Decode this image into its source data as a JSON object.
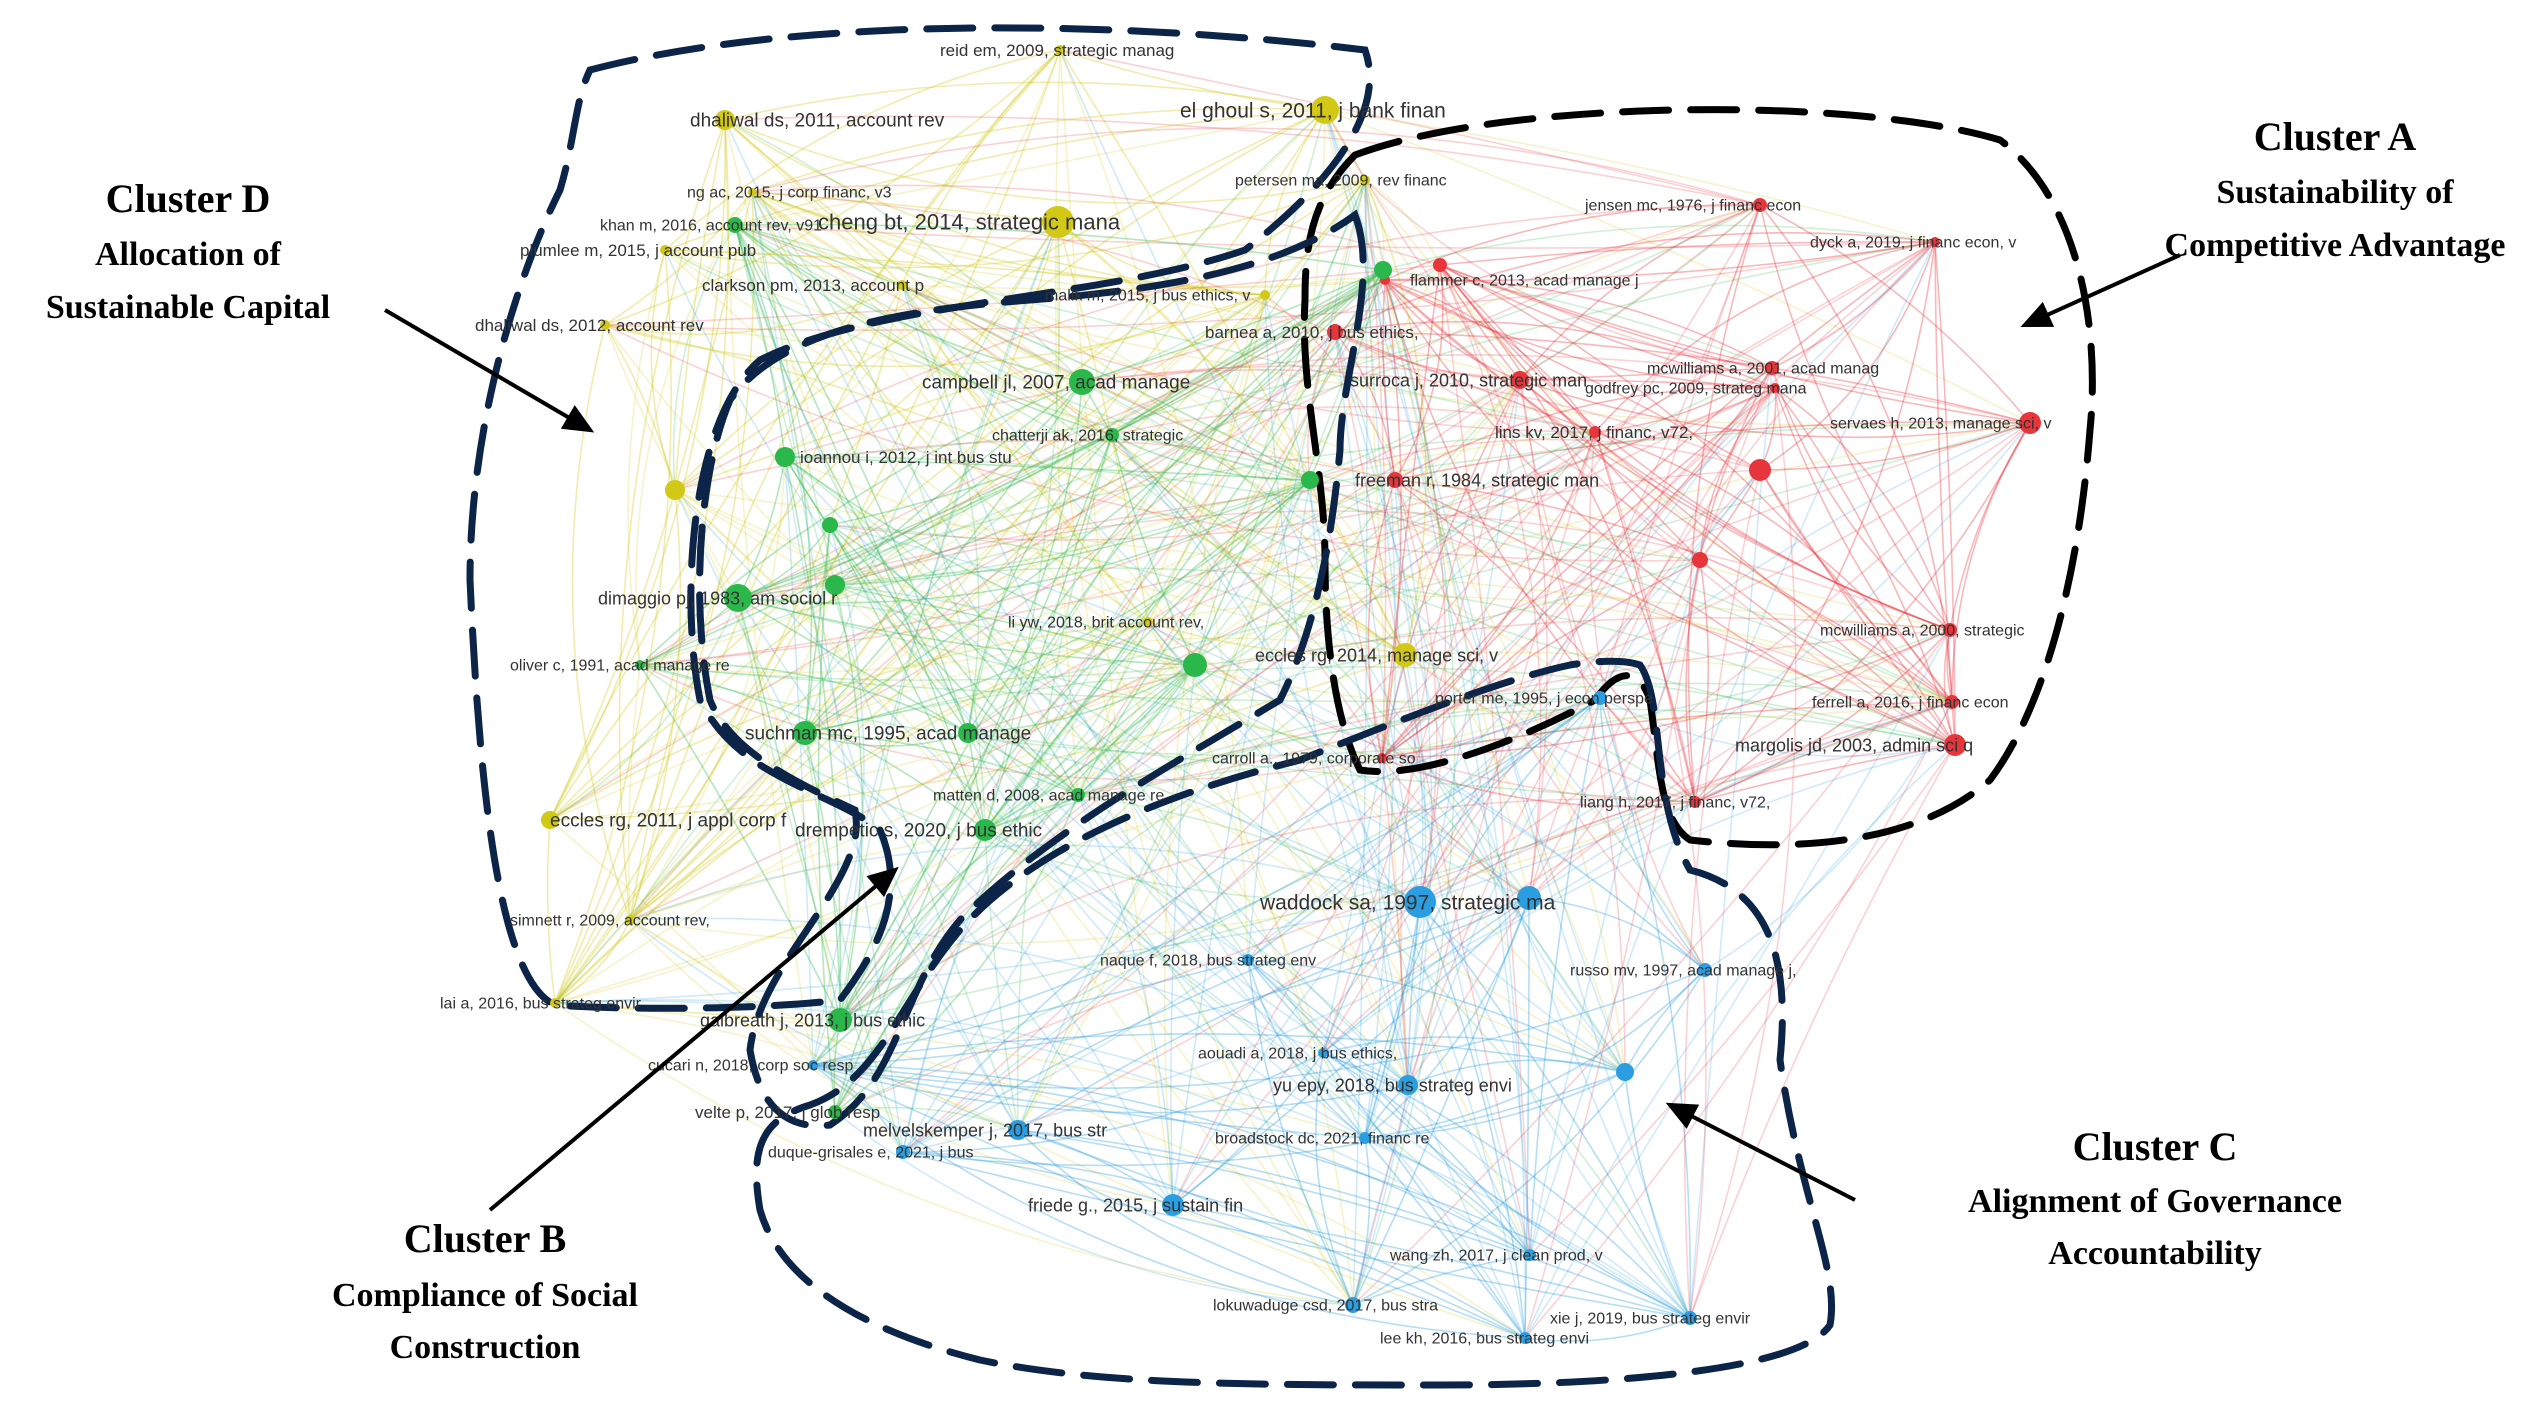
{
  "colors": {
    "cluster_a": "#e8343b",
    "cluster_b": "#2bb84a",
    "cluster_c": "#2a9ee0",
    "cluster_d": "#d2c816",
    "boundary": "#0c2447",
    "annotation": "#000000"
  },
  "nodes": [
    {
      "label": "reid em, 2009, strategic manag",
      "cluster": "d"
    },
    {
      "label": "dhaliwal ds, 2011, account rev",
      "cluster": "d"
    },
    {
      "label": "el ghoul s, 2011, j bank finan",
      "cluster": "d"
    },
    {
      "label": "ng ac, 2015, j corp financ, v3",
      "cluster": "d"
    },
    {
      "label": "khan m, 2016, account rev, v91",
      "cluster": "b"
    },
    {
      "label": "plumlee m, 2015, j account pub",
      "cluster": "d"
    },
    {
      "label": "cheng bt, 2014, strategic mana",
      "cluster": "d"
    },
    {
      "label": "petersen ma, 2009, rev financ",
      "cluster": "d"
    },
    {
      "label": "clarkson pm, 2013, account p",
      "cluster": "d"
    },
    {
      "label": "malik m, 2015, j bus ethics, v",
      "cluster": "d"
    },
    {
      "label": "dhaliwal ds, 2012, account rev",
      "cluster": "d"
    },
    {
      "label": "flammer c, 2013, acad manage j",
      "cluster": "a"
    },
    {
      "label": "barnea a, 2010, j bus ethics,",
      "cluster": "a"
    },
    {
      "label": "jensen mc, 1976, j financ econ",
      "cluster": "a"
    },
    {
      "label": "dyck a, 2019, j financ econ, v",
      "cluster": "a"
    },
    {
      "label": "mcwilliams a, 2001, acad manag",
      "cluster": "a"
    },
    {
      "label": "godfrey pc, 2009, strateg mana",
      "cluster": "a"
    },
    {
      "label": "servaes h, 2013, manage sci, v",
      "cluster": "a"
    },
    {
      "label": "surroca j, 2010, strategic man",
      "cluster": "a"
    },
    {
      "label": "lins kv, 2017, j financ, v72,",
      "cluster": "a"
    },
    {
      "label": "campbell jl, 2007, acad manage",
      "cluster": "b"
    },
    {
      "label": "chatterji ak, 2016, strategic",
      "cluster": "b"
    },
    {
      "label": "ioannou i, 2012, j int bus stu",
      "cluster": "b"
    },
    {
      "label": "freeman r, 1984, strategic man",
      "cluster": "a"
    },
    {
      "label": "dimaggio pj, 1983, am sociol r",
      "cluster": "b"
    },
    {
      "label": "li yw, 2018, brit account rev,",
      "cluster": "d"
    },
    {
      "label": "mcwilliams a, 2000, strategic",
      "cluster": "a"
    },
    {
      "label": "oliver c, 1991, acad manage re",
      "cluster": "b"
    },
    {
      "label": "eccles rg, 2014, manage sci, v",
      "cluster": "d"
    },
    {
      "label": "porter me, 1995, j econ perspe",
      "cluster": "c"
    },
    {
      "label": "ferrell a, 2016, j financ econ",
      "cluster": "a"
    },
    {
      "label": "margolis jd, 2003, admin sci q",
      "cluster": "a"
    },
    {
      "label": "suchman mc, 1995, acad manage",
      "cluster": "b"
    },
    {
      "label": "carroll a., 1979, corporate so",
      "cluster": "a"
    },
    {
      "label": "matten d, 2008, acad manage re",
      "cluster": "b"
    },
    {
      "label": "liang h, 2017, j financ, v72,",
      "cluster": "a"
    },
    {
      "label": "eccles rg, 2011, j appl corp f",
      "cluster": "d"
    },
    {
      "label": "drempetic s, 2020, j bus ethic",
      "cluster": "b"
    },
    {
      "label": "waddock sa, 1997, strategic ma",
      "cluster": "c"
    },
    {
      "label": "simnett r, 2009, account rev,",
      "cluster": "d"
    },
    {
      "label": "naque f, 2018, bus strateg env",
      "cluster": "c"
    },
    {
      "label": "russo mv, 1997, acad manage j,",
      "cluster": "c"
    },
    {
      "label": "lai a, 2016, bus strateg envir",
      "cluster": "d"
    },
    {
      "label": "galbreath j, 2013, j bus ethic",
      "cluster": "b"
    },
    {
      "label": "cucari n, 2018, corp soc resp",
      "cluster": "c"
    },
    {
      "label": "aouadi a, 2018, j bus ethics,",
      "cluster": "c"
    },
    {
      "label": "yu epy, 2018, bus strateg envi",
      "cluster": "c"
    },
    {
      "label": "velte p, 2017, j glob resp",
      "cluster": "b"
    },
    {
      "label": "melvelskemper j, 2017, bus str",
      "cluster": "c"
    },
    {
      "label": "duque-grisales e, 2021, j bus",
      "cluster": "c"
    },
    {
      "label": "broadstock dc, 2021, financ re",
      "cluster": "c"
    },
    {
      "label": "friede g., 2015, j sustain fin",
      "cluster": "c"
    },
    {
      "label": "wang zh, 2017, j clean prod, v",
      "cluster": "c"
    },
    {
      "label": "lokuwaduge csd, 2017, bus stra",
      "cluster": "c"
    },
    {
      "label": "xie j, 2019, bus strateg envir",
      "cluster": "c"
    },
    {
      "label": "lee kh, 2016, bus strateg envi",
      "cluster": "c"
    }
  ],
  "annotations": {
    "cluster_a": {
      "title": "Cluster A",
      "line1": "Sustainability of",
      "line2": "Competitive Advantage"
    },
    "cluster_b": {
      "title": "Cluster B",
      "line1": "Compliance of Social",
      "line2": "Construction"
    },
    "cluster_c": {
      "title": "Cluster C",
      "line1": "Alignment of Governance",
      "line2": "Accountability"
    },
    "cluster_d": {
      "title": "Cluster D",
      "line1": "Allocation of",
      "line2": "Sustainable Capital"
    }
  }
}
